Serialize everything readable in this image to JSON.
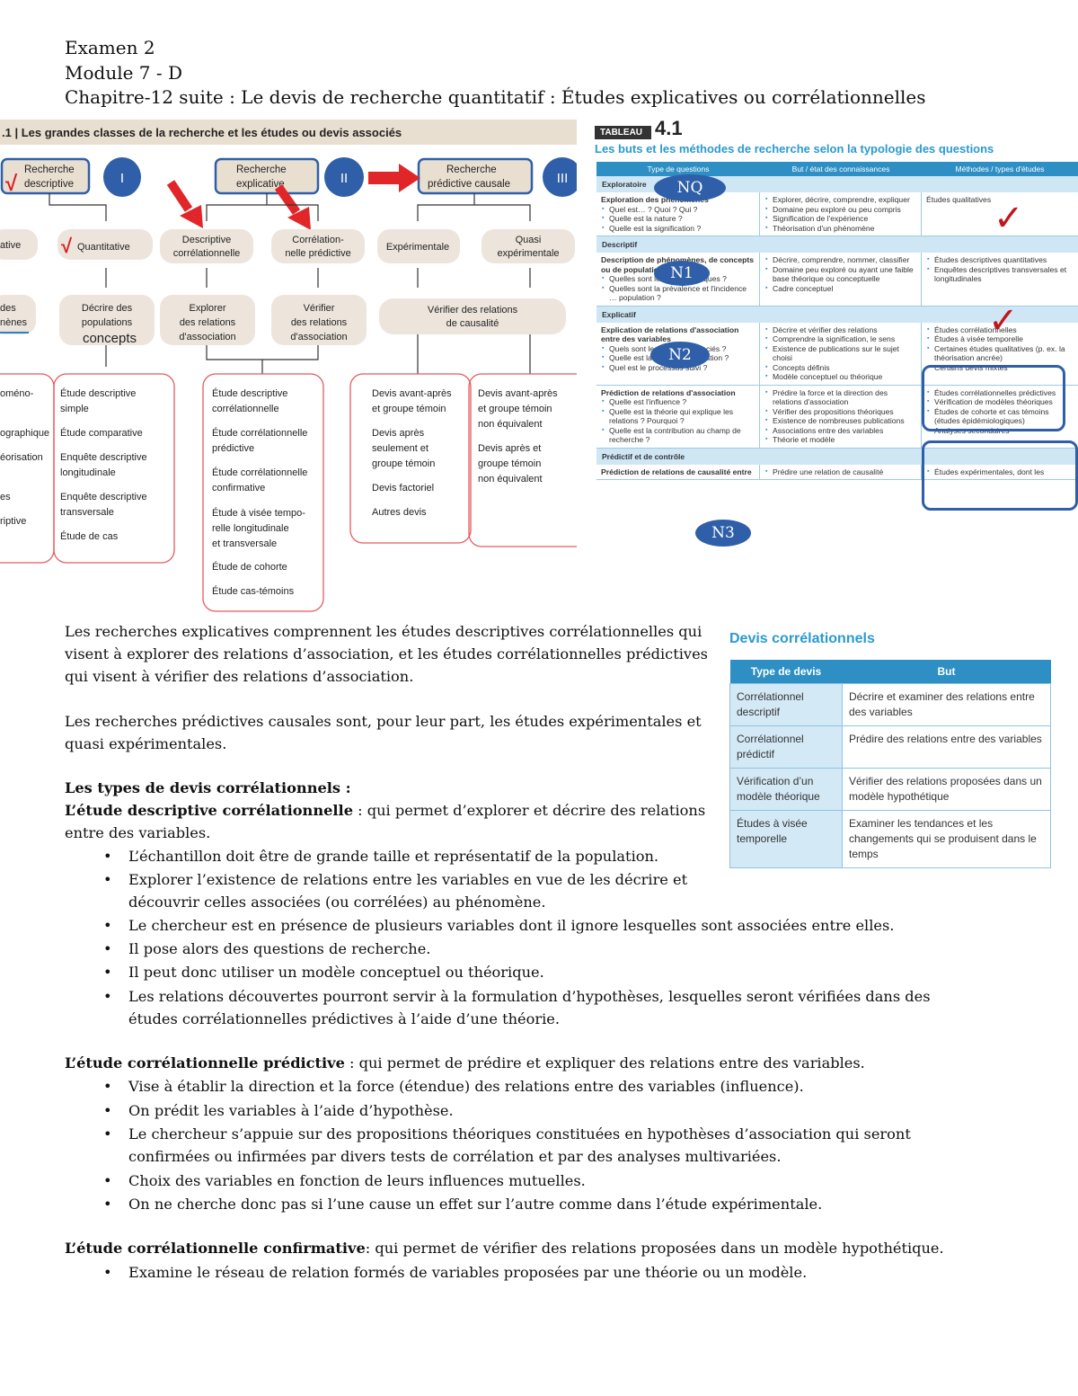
{
  "header": {
    "line1": "Examen 2",
    "line2": "Module 7 - D",
    "line3": "Chapitre-12 suite : Le devis de recherche quantitatif : Études explicatives ou corrélationnelles"
  },
  "fig_left": {
    "title": ".1 | Les grandes classes de la recherche et les études ou devis associés",
    "classes": [
      "Recherche descriptive",
      "Recherche explicative",
      "Recherche prédictive causale"
    ],
    "roman": [
      "I",
      "II",
      "III"
    ],
    "check_mark": "√",
    "level2": [
      "ative",
      "Quantitative",
      "Descriptive corrélationnelle",
      "Corrélation-nelle prédictive",
      "Expérimentale",
      "Quasi expérimentale"
    ],
    "level3": [
      "des nènes",
      "Décrire des populations",
      "concepts",
      "Explorer des relations d'association",
      "Vérifier des relations d'association",
      "Vérifier des relations de causalité"
    ],
    "col0": [
      "oméno-",
      "ographique",
      "éorisation",
      "es",
      "riptive"
    ],
    "col1": [
      "Étude descriptive simple",
      "Étude comparative",
      "Enquête descriptive longitudinale",
      "Enquête descriptive transversale",
      "Étude de cas"
    ],
    "col2": [
      "Étude descriptive corrélationnelle",
      "Étude corrélationnelle prédictive",
      "Étude corrélationnelle confirmative",
      "Étude à visée tempo-relle longitudinale et transversale",
      "Étude de cohorte",
      "Étude cas-témoins"
    ],
    "col3": [
      "Devis avant-après et groupe témoin",
      "Devis après seulement et groupe témoin",
      "Devis factoriel",
      "Autres devis"
    ],
    "col4": [
      "Devis avant-après et groupe témoin non équivalent",
      "Devis après et groupe témoin non équivalent"
    ]
  },
  "fig_right": {
    "tab_label": "TABLEAU",
    "tab_number": "4.1",
    "title": "Les buts et les méthodes de recherche selon la typologie des questions",
    "headers": [
      "Type de questions",
      "But / état des connaissances",
      "Méthodes / types d'études"
    ],
    "ovals": [
      "NQ",
      "N1",
      "N2",
      "N3"
    ],
    "check": "✓",
    "sections": [
      {
        "band": "Exploratoire",
        "c1_title": "Exploration des phénomènes",
        "c1": [
          "Quel est… ? Quoi ? Qui ?",
          "Quelle est la nature ?",
          "Quelle est la signification ?"
        ],
        "c2": [
          "Explorer, décrire, comprendre, expliquer",
          "Domaine peu exploré ou peu compris",
          "Signification de l'expérience",
          "Théorisation d'un phénomène"
        ],
        "c3": [
          "Études qualitatives"
        ]
      },
      {
        "band": "Descriptif",
        "c1_title": "Description de phénomènes, de concepts ou de populations",
        "c1": [
          "Quelles sont les caractéristiques ?",
          "Quelles sont la prévalence et l'incidence … population ?"
        ],
        "c2": [
          "Décrire, comprendre, nommer, classifier",
          "Domaine peu exploré ou ayant une faible base théorique ou conceptuelle",
          "Cadre conceptuel"
        ],
        "c3": [
          "Études descriptives quantitatives",
          "Enquêtes descriptives transversales et longitudinales"
        ]
      },
      {
        "band": "Explicatif",
        "c1_title": "Explication de relations d'association entre des variables",
        "c1": [
          "Quels sont les facteurs associés ?",
          "Quelle est la nature de la relation ?",
          "Quel est le processus suivi ?"
        ],
        "c2": [
          "Décrire et vérifier des relations",
          "Comprendre la signification, le sens",
          "Existence de publications sur le sujet choisi",
          "Concepts définis",
          "Modèle conceptuel ou théorique"
        ],
        "c3": [
          "Études corrélationnelles",
          "Études à visée temporelle",
          "Certaines études qualitatives (p. ex. la théorisation ancrée)",
          "Certains devis mixtes"
        ]
      },
      {
        "band": "",
        "c1_title": "Prédiction de relations d'association",
        "c1": [
          "Quelle est l'influence ?",
          "Quelle est la théorie qui explique les relations ? Pourquoi ?",
          "Quelle est la contribution au champ de recherche ?"
        ],
        "c2": [
          "Prédire la force et la direction des relations d'association",
          "Vérifier des propositions théoriques",
          "Existence de nombreuses publications",
          "Associations entre des variables",
          "Théorie et modèle"
        ],
        "c3": [
          "Études corrélationnelles prédictives",
          "Vérification de modèles théoriques",
          "Études de cohorte et cas témoins (études épidémiologiques)",
          "Analyses secondaires"
        ]
      },
      {
        "band": "Prédictif et de contrôle",
        "c1_title": "Prédiction de relations de causalité entre",
        "c1": [],
        "c2": [
          "Prédire une relation de causalité"
        ],
        "c3": [
          "Études expérimentales, dont les"
        ]
      }
    ]
  },
  "body": {
    "p1": "Les recherches explicatives comprennent les études descriptives corrélationnelles qui visent à explorer des relations d’association, et les études corrélationnelles prédictives qui visent à vérifier des relations d’association.",
    "p2": "Les recherches prédictives causales sont, pour leur part, les études expérimentales et quasi expérimentales.",
    "types_title": "Les types de devis corrélationnels :",
    "s1_bold": "L’étude descriptive corrélationnelle",
    "s1_rest": " : qui permet d’explorer et décrire des relations entre des variables.",
    "s1_bullets": [
      "L’échantillon doit être de grande taille et représentatif de la population.",
      "Explorer l’existence de relations entre les variables en vue de les décrire et découvrir celles associées (ou corrélées) au phénomène.",
      "Le chercheur est en présence de plusieurs variables dont il ignore lesquelles sont associées entre elles.",
      "Il pose alors des questions de recherche.",
      "Il peut donc utiliser un modèle conceptuel ou théorique.",
      "Les relations découvertes pourront servir à la formulation d’hypothèses, lesquelles seront vérifiées dans des études corrélationnelles prédictives à l’aide d’une théorie."
    ],
    "s2_bold": "L’étude corrélationnelle prédictive",
    "s2_rest": " : qui permet de prédire et expliquer des relations entre des variables.",
    "s2_bullets": [
      "Vise à établir la direction et la force (étendue) des relations entre des variables (influence).",
      "On prédit les variables à l’aide d’hypothèse.",
      "Le chercheur s’appuie sur des propositions théoriques constituées en hypothèses d’association qui seront confirmées ou infirmées par divers tests de corrélation et par des analyses multivariées.",
      "Choix des variables en fonction de leurs influences mutuelles.",
      "On ne cherche donc pas si l’une cause un effet sur l’autre comme dans l’étude expérimentale."
    ],
    "s3_bold": "L’étude corrélationnelle confirmative",
    "s3_rest": ": qui permet de vérifier des relations proposées dans un modèle hypothétique.",
    "s3_bullets": [
      "Examine le réseau de relation formés de variables proposées par une théorie ou un modèle."
    ]
  },
  "devis": {
    "title": "Devis corrélationnels",
    "headers": [
      "Type de devis",
      "But"
    ],
    "rows": [
      [
        "Corrélationnel descriptif",
        "Décrire et examiner des relations entre des variables"
      ],
      [
        "Corrélationnel prédictif",
        "Prédire des relations entre des variables"
      ],
      [
        "Vérification d’un modèle théorique",
        "Vérifier des relations proposées dans un modèle hypothétique"
      ],
      [
        "Études à visée temporelle",
        "Examiner les tendances et les changements qui se produisent dans le temps"
      ]
    ]
  }
}
